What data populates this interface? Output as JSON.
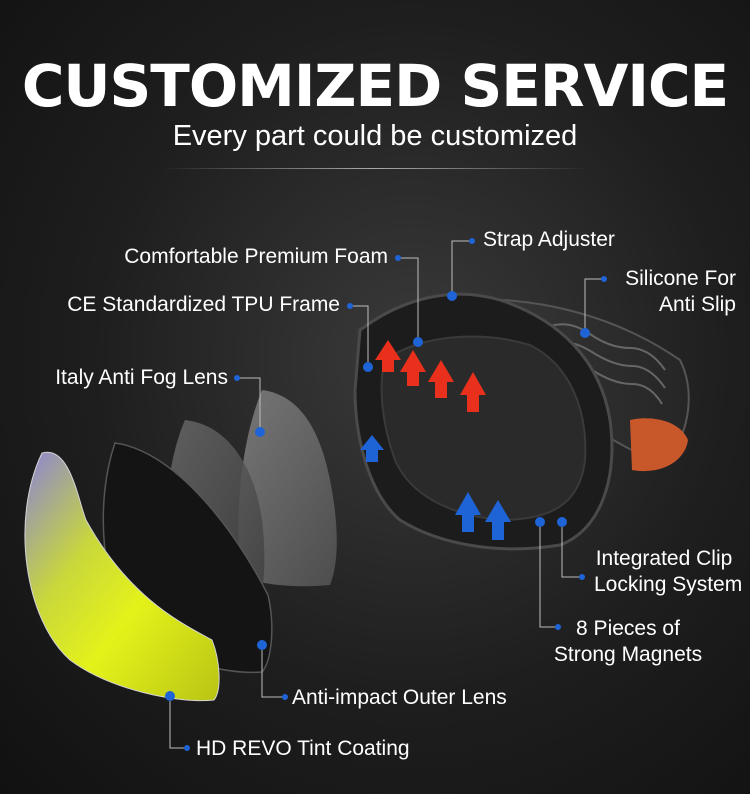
{
  "header": {
    "title": "CUSTOMIZED SERVICE",
    "subtitle": "Every part could be customized"
  },
  "colors": {
    "accent_blue": "#1e64d6",
    "arrow_red": "#e8301c",
    "lens_yellow": "#e4f21a",
    "lens_purple": "#8b83d6"
  },
  "callouts": {
    "foam": "Comfortable Premium Foam",
    "frame": "CE Standardized TPU Frame",
    "fog_lens": "Italy Anti Fog Lens",
    "strap_adjuster": "Strap Adjuster",
    "silicone_line1": "Silicone For",
    "silicone_line2": "Anti Slip",
    "clip_line1": "Integrated Clip",
    "clip_line2": "Locking System",
    "magnets_line1": "8 Pieces of",
    "magnets_line2": "Strong Magnets",
    "outer_lens": "Anti-impact Outer Lens",
    "tint": "HD REVO Tint Coating"
  }
}
